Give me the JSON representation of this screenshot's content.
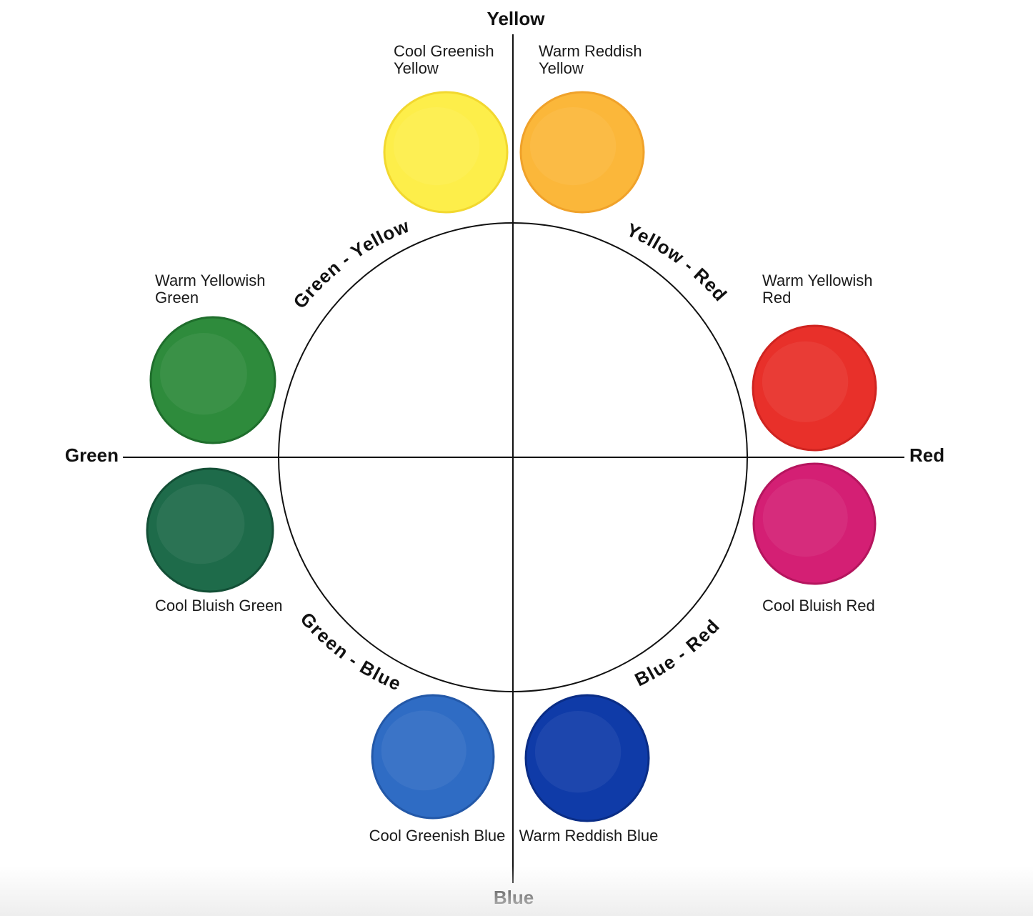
{
  "axes": {
    "top": "Yellow",
    "bottom": "Blue",
    "left": "Green",
    "right": "Red"
  },
  "arcs": {
    "top_left": "Green - Yellow",
    "top_right": "Yellow - Red",
    "bottom_left": "Green - Blue",
    "bottom_right": "Blue - Red"
  },
  "swatches": [
    {
      "id": "cool-greenish-yellow",
      "lines": [
        "Cool Greenish",
        "Yellow"
      ],
      "color": "#FDEE4A",
      "edge": "#F2D82F"
    },
    {
      "id": "warm-reddish-yellow",
      "lines": [
        "Warm Reddish",
        "Yellow"
      ],
      "color": "#FBB73A",
      "edge": "#F0A22A"
    },
    {
      "id": "warm-yellowish-green",
      "lines": [
        "Warm Yellowish",
        "Green"
      ],
      "color": "#2E8B3C",
      "edge": "#1F6E2C"
    },
    {
      "id": "cool-bluish-green",
      "lines": [
        "Cool Bluish Green"
      ],
      "color": "#1E6B4A",
      "edge": "#134F36"
    },
    {
      "id": "warm-yellowish-red",
      "lines": [
        "Warm Yellowish",
        "Red"
      ],
      "color": "#E8302A",
      "edge": "#CF2420"
    },
    {
      "id": "cool-bluish-red",
      "lines": [
        "Cool Bluish Red"
      ],
      "color": "#D41F74",
      "edge": "#B5155E"
    },
    {
      "id": "cool-greenish-blue",
      "lines": [
        "Cool Greenish Blue"
      ],
      "color": "#2F6CC4",
      "edge": "#2358A8"
    },
    {
      "id": "warm-reddish-blue",
      "lines": [
        "Warm Reddish Blue"
      ],
      "color": "#0F3BA8",
      "edge": "#0A2D86"
    }
  ]
}
